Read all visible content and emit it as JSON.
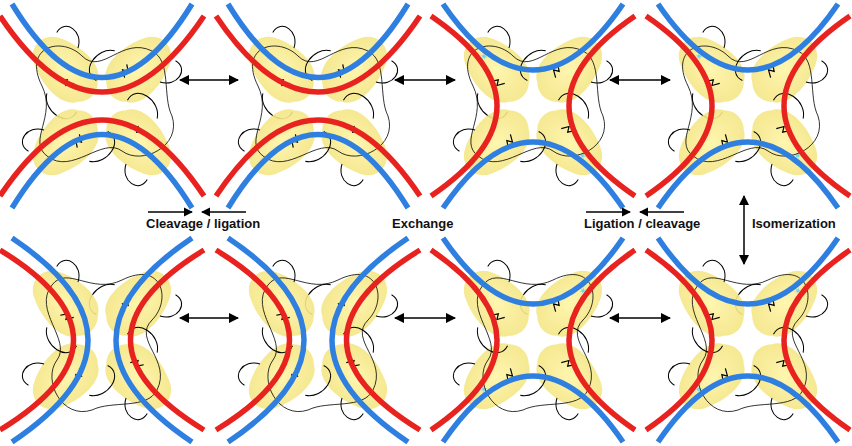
{
  "diagram": {
    "labels": [
      "Cleavage / ligation",
      "Exchange",
      "Ligation / cleavage",
      "Isomerization"
    ]
  }
}
